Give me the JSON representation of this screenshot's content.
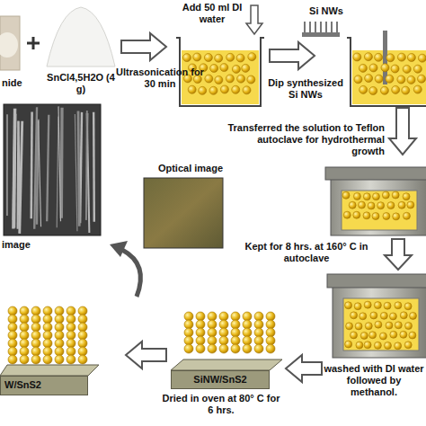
{
  "diagram": {
    "nodes": [
      {
        "text": [
          "W/SnS2"
        ]
      },
      {
        "text": [
          "SiNW/SnS2"
        ]
      }
    ],
    "labels": [
      "nide",
      "SnCl4,5H2O (4 g)",
      "Add 50 ml DI water",
      "Ultrasonication for 30 min",
      "Si NWs",
      "Dip synthesized Si NWs",
      "Transferred the solution to Teflon autoclave for hydrothermal growth",
      "image",
      "Optical image",
      "Kept for 8 hrs. at 160° C in autoclave",
      "washed with DI water followed by methanol.",
      "Dried in oven at 80° C for 6 hrs."
    ]
  }
}
